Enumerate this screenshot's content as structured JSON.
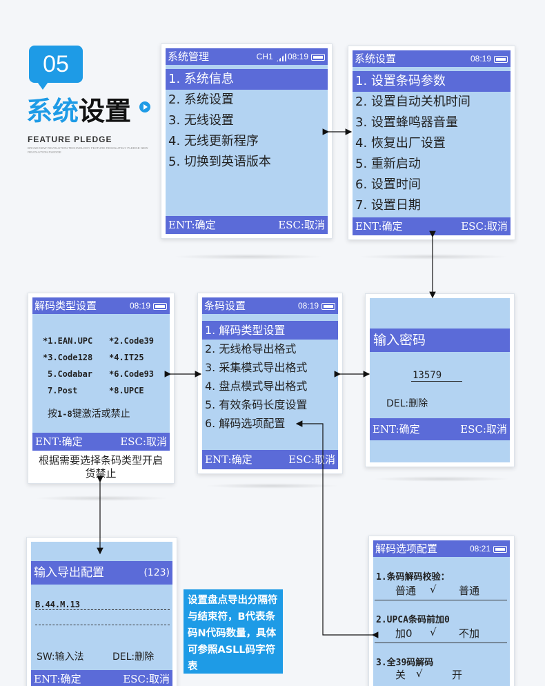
{
  "badge": {
    "number": "05"
  },
  "feature": {
    "title_part1": "系统",
    "title_part2": "设置",
    "pledge": "FEATURE  PLEDGE",
    "pledge_sub": "BRAND NEW REVOLUTION TECHNOLOGY FEATURE RESOLUTELY PLEDGE NEW REVOLUTION PLEDGE"
  },
  "common": {
    "ent": "ENT:确定",
    "esc": "ESC:取消"
  },
  "screen_sysmgmt": {
    "title": "系统管理",
    "channel": "CH1",
    "time": "08:19",
    "items": [
      "1. 系统信息",
      "2. 系统设置",
      "3. 无线设置",
      "4. 无线更新程序",
      "5. 切换到英语版本"
    ]
  },
  "screen_syssettings": {
    "title": "系统设置",
    "time": "08:19",
    "items": [
      "1. 设置条码参数",
      "2. 设置自动关机时间",
      "3. 设置蜂鸣器音量",
      "4. 恢复出厂设置",
      "5. 重新启动",
      "6. 设置时间",
      "7. 设置日期"
    ]
  },
  "screen_decodetype": {
    "title": "解码类型设置",
    "time": "08:19",
    "codes": [
      "*1.EAN.UPC",
      "*2.Code39",
      "*3.Code128",
      "*4.IT25",
      "5.Codabar",
      "*6.Code93",
      "7.Post",
      "*8.UPCE"
    ],
    "hint_prefix": "按",
    "hint_keys": "1-8",
    "hint_suffix": "键激活或禁止",
    "caption": "根据需要选择条码类型开启货禁止"
  },
  "screen_barcode": {
    "title": "条码设置",
    "time": "08:19",
    "items": [
      "1. 解码类型设置",
      "2. 无线枪导出格式",
      "3. 采集模式导出格式",
      "4. 盘点模式导出格式",
      "5. 有效条码长度设置",
      "6. 解码选项配置"
    ]
  },
  "screen_password": {
    "title": "输入密码",
    "value": "13579",
    "del": "DEL:删除"
  },
  "screen_export": {
    "title": "输入导出配置",
    "mode": "(123)",
    "value": "B.44.M.13",
    "sw": "SW:输入法",
    "del": "DEL:删除"
  },
  "note": {
    "text": "设置盘点导出分隔符与结束符，B代表条码N代码数量，具体可参照ASLL码字符表"
  },
  "screen_decodeopts": {
    "title": "解码选项配置",
    "time": "08:21",
    "options": [
      {
        "label": "1.条码解码校验：",
        "left": "普通",
        "check": "√",
        "right": "普通"
      },
      {
        "label": "2.UPCA条码前加0",
        "left": "加0",
        "check": "√",
        "right": "不加"
      },
      {
        "label": "3.全39码解码",
        "left": "关",
        "check": "√",
        "right": "开"
      }
    ]
  },
  "colors": {
    "accent": "#1e9be6",
    "screen_bg": "#b3d3f2",
    "bar": "#5b6bd8"
  }
}
